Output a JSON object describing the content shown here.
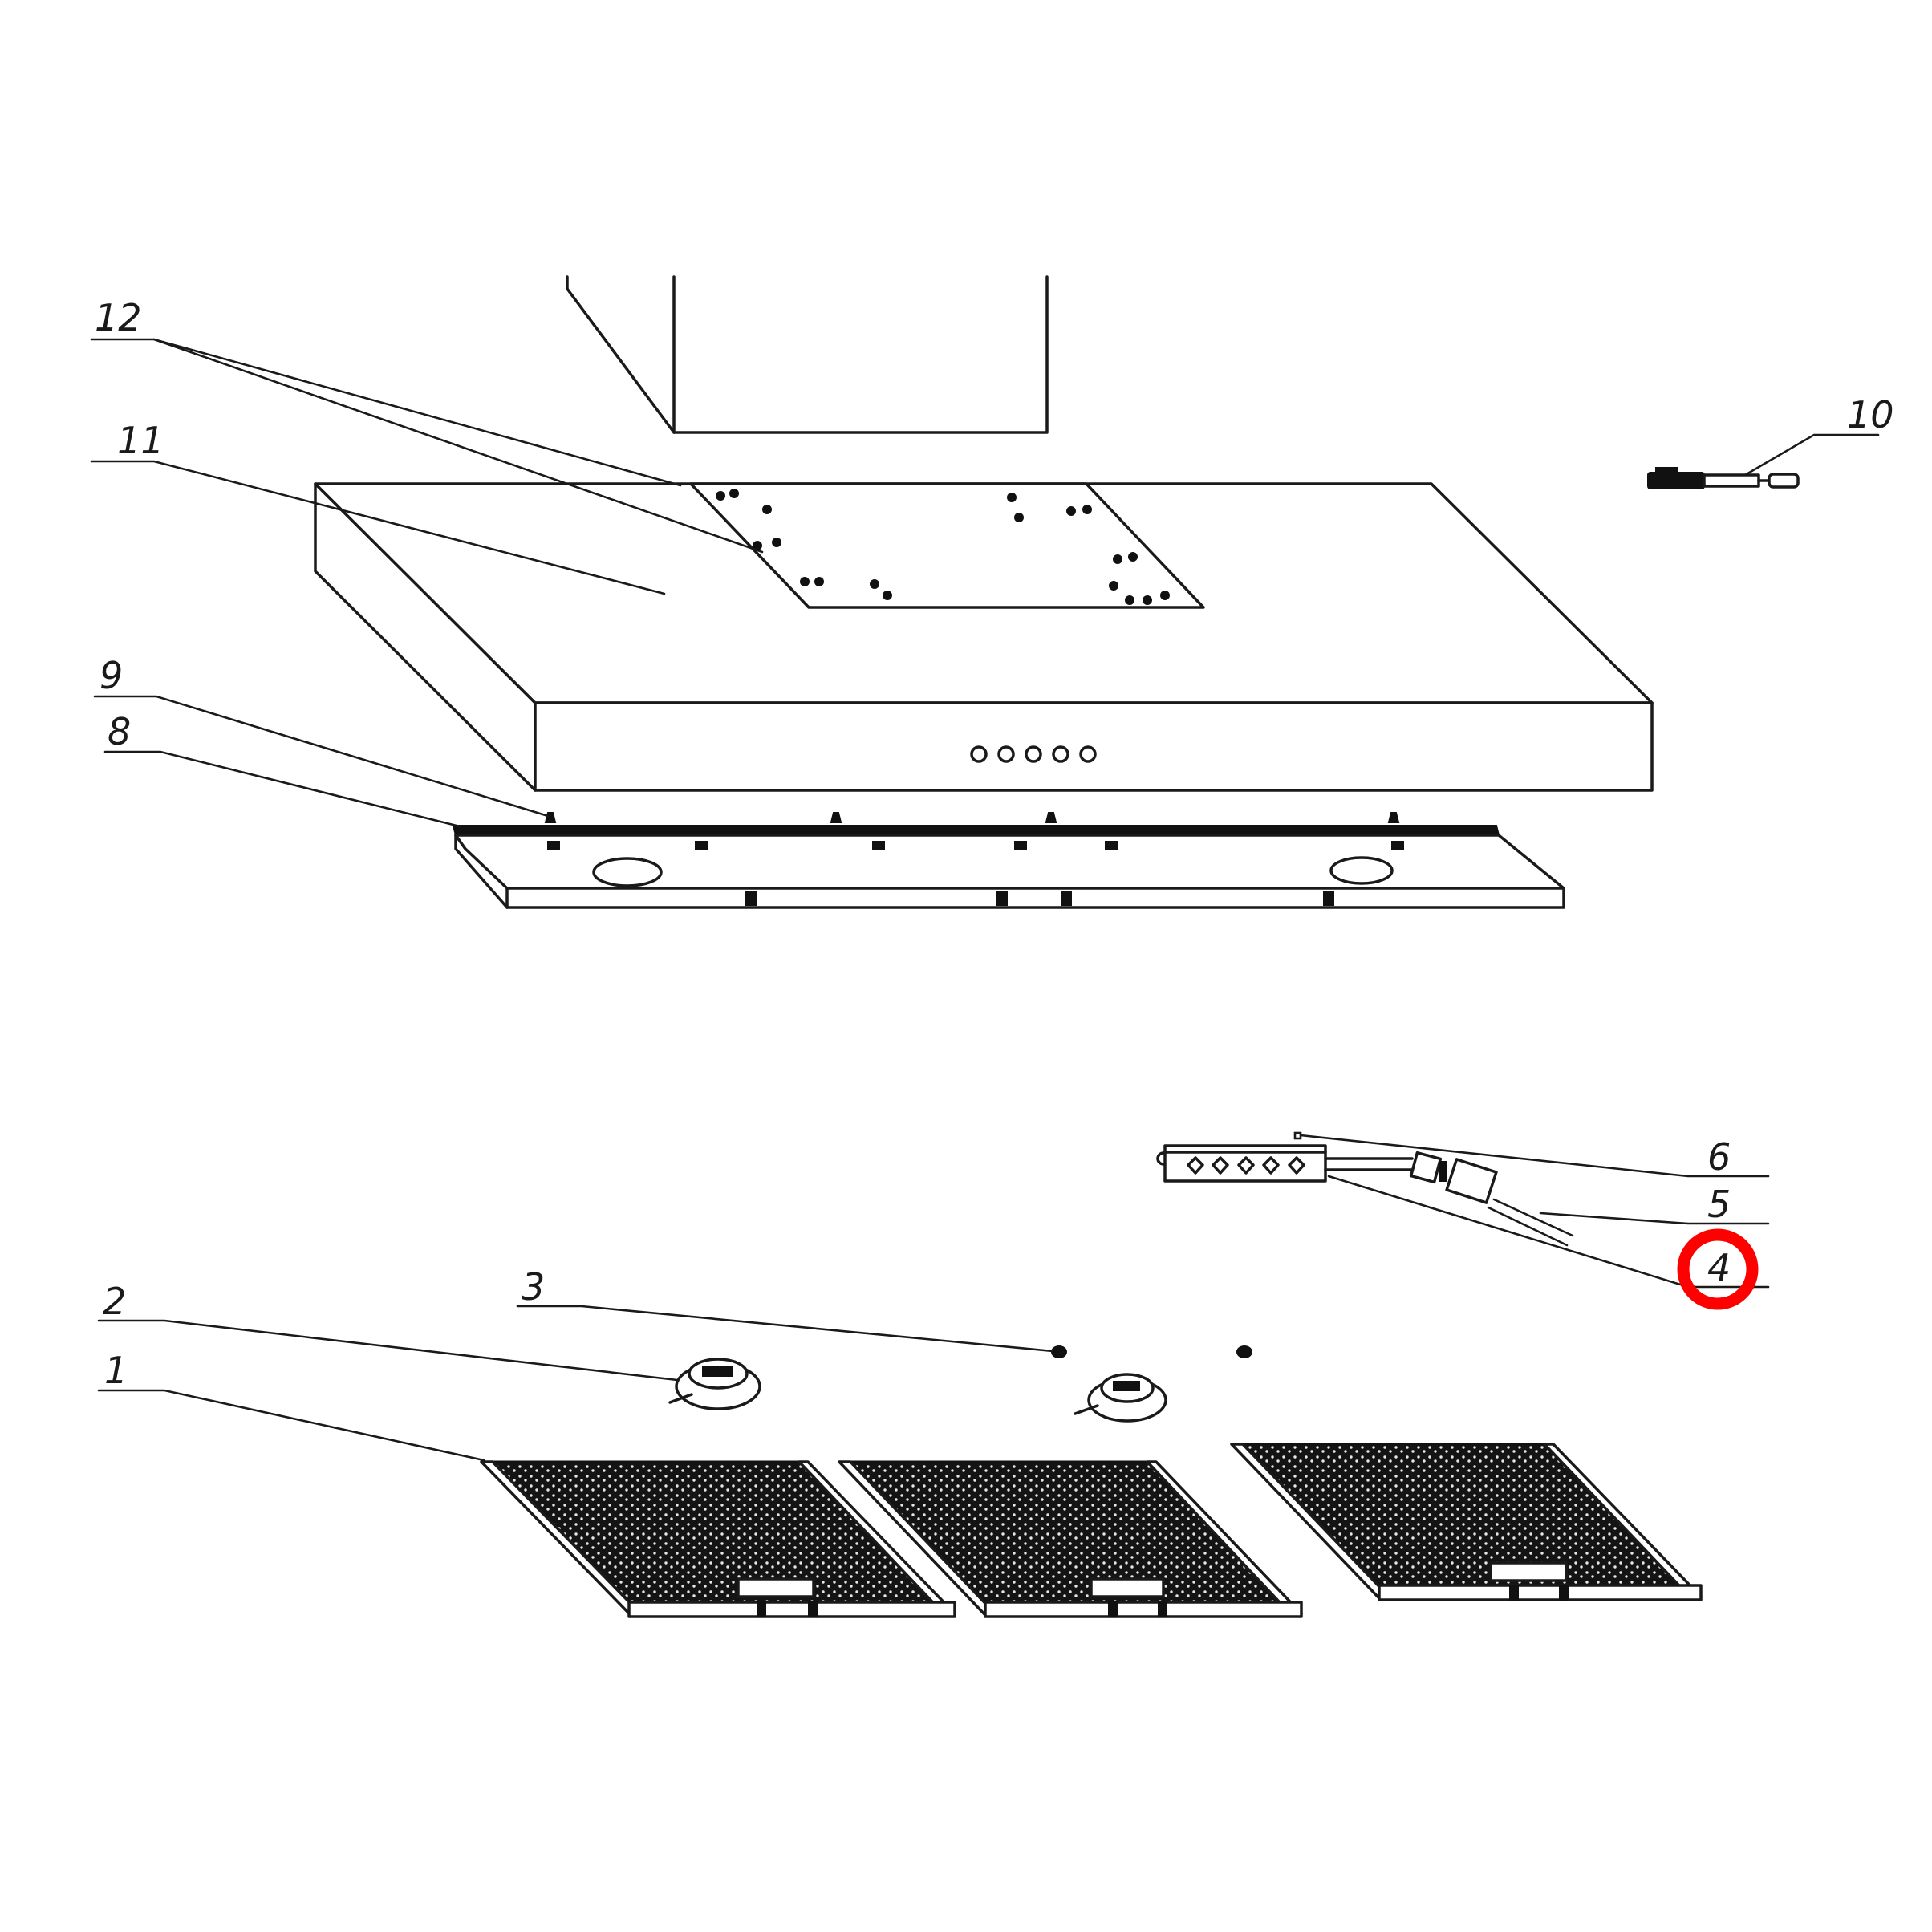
{
  "diagram": {
    "type": "exploded-parts-diagram",
    "subject": "range hood",
    "highlight_color": "#ff0000",
    "line_color": "#1a1a1a",
    "background": "#ffffff"
  },
  "labels": {
    "p1": "1",
    "p2": "2",
    "p3": "3",
    "p4": "4",
    "p5": "5",
    "p6": "6",
    "p8": "8",
    "p9": "9",
    "p10": "10",
    "p11": "11",
    "p12": "12"
  },
  "highlight": {
    "label": "4",
    "shape": "circle"
  },
  "parts": [
    {
      "number": "1",
      "name": "grease filter",
      "count": 3
    },
    {
      "number": "2",
      "name": "lamp ring",
      "count": 2
    },
    {
      "number": "3",
      "name": "screw"
    },
    {
      "number": "4",
      "name": "control panel switch"
    },
    {
      "number": "5",
      "name": "capacitor / wiring"
    },
    {
      "number": "6",
      "name": "switch connector"
    },
    {
      "number": "8",
      "name": "base frame"
    },
    {
      "number": "9",
      "name": "frame screws"
    },
    {
      "number": "10",
      "name": "plug / cord"
    },
    {
      "number": "11",
      "name": "hood body"
    },
    {
      "number": "12",
      "name": "top mounting screws"
    }
  ],
  "front_panel": {
    "button_count": 5
  }
}
